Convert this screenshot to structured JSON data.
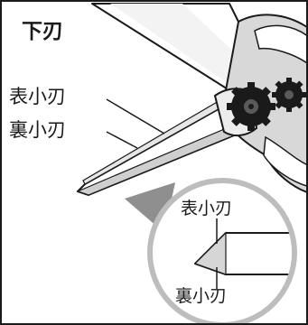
{
  "title": "下刃",
  "labels": {
    "front_edge": "表小刃",
    "back_edge": "裏小刃",
    "zoom_front_edge": "表小刃",
    "zoom_back_edge": "裏小刃"
  },
  "colors": {
    "stroke": "#1a1a1a",
    "blade_fill": "#ffffff",
    "blade_shade": "#d6d6d6",
    "bevel_fill": "#e9e9e9",
    "callout_fill": "#8f8f8f",
    "zoom_ring": "#bdbdbd",
    "gear_fill": "#1a1a1a"
  },
  "icons": [
    "scissor-blade-illustration",
    "gear-icon",
    "magnifier-callout"
  ]
}
